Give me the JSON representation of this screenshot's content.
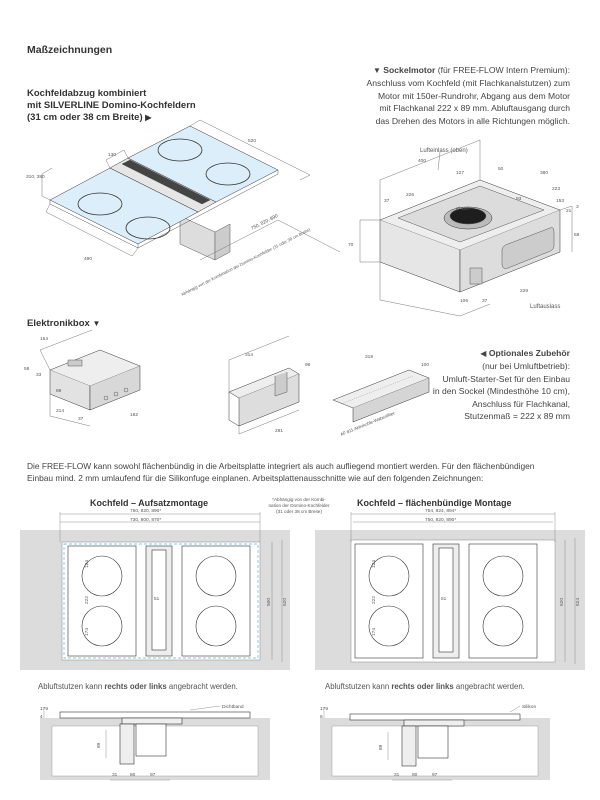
{
  "page": {
    "title": "Maßzeichnungen"
  },
  "kochfeldabzug": {
    "heading_line1": "Kochfeldabzug kombiniert",
    "heading_line2": "mit SILVERLINE Domino-Kochfeldern",
    "heading_line3": "(31 cm oder 38 cm Breite)",
    "arrow": "▶",
    "dims": {
      "d520": "520",
      "d130": "130",
      "d310": "310, 380",
      "d490": "490",
      "d750": "750, 820, 890",
      "note_rotated": "Abhängig von der Kombination der Domino-Kochfelder (31 oder 38 cm Breite)"
    }
  },
  "sockelmotor": {
    "arrow": "▼",
    "title": "Sockelmotor",
    "line1_rest": " (für FREE-FLOW Intern Premium):",
    "line2": "Anschluss vom Kochfeld (mit Flachkanalstutzen) zum",
    "line3": "Motor mit 150er-Rundrohr, Abgang aus dem Motor",
    "line4": "mit Flachkanal 222 x 89 mm. Abluftausgang durch",
    "line5": "das Drehen des Motors in alle Richtungen möglich.",
    "lufteinlass": "Lufteinlass (oben)",
    "luftauslass": "Luftauslass",
    "dims": {
      "d400": "400",
      "d127": "127",
      "d50": "50",
      "d380": "380",
      "d37": "37",
      "d226": "226",
      "d223": "223",
      "d93": "93",
      "d153": "153",
      "d21": "21",
      "d3": "3",
      "d68": "68",
      "d70": "70",
      "d150": "Ø 150",
      "d106": "106",
      "d229": "229",
      "d37b": "37"
    }
  },
  "elektronikbox": {
    "title": "Elektronikbox",
    "arrow": "▼",
    "dims": {
      "d154": "154",
      "d58": "58",
      "d33": "33",
      "d89": "89",
      "d214": "214",
      "d37": "37",
      "d182": "182",
      "d314": "314",
      "d96": "96",
      "d281": "281",
      "d319": "319",
      "d100": "100"
    },
    "filter_label": "AF 811 Aktivkohle-Wabenfilter"
  },
  "zubehoer": {
    "arrow": "◀",
    "title": "Optionales Zubehör",
    "line1": "(nur bei Umluftbetrieb):",
    "line2": "Umluft-Starter-Set für den Einbau",
    "line3": "in den Sockel (Mindesthöhe 10 cm),",
    "line4": "Anschluss für Flachkanal,",
    "line5": "Stutzenmaß = 222 x 89 mm"
  },
  "intro": {
    "line1": "Die FREE-FLOW kann sowohl flächenbündig in die Arbeitsplatte integriert als auch aufliegend montiert werden. Für den flächenbündigen",
    "line2": "Einbau mind. 2 mm umlaufend für die Silikonfuge einplanen. Arbeitsplattenausschnitte wie auf den folgenden Zeichnungen:"
  },
  "aufsatz": {
    "title": "Kochfeld – Aufsatzmontage",
    "dim_outer": "750, 820, 890*",
    "dim_inner": "730, 800, 870*",
    "d124": "124",
    "d222": "222",
    "d174": "174",
    "d51": "51",
    "d500": "500",
    "d520": "520",
    "caption_pre": "Abluftstutzen kann ",
    "caption_bold": "rechts oder links",
    "caption_post": " angebracht werden.",
    "side_label": "Dichtband",
    "side_dims": {
      "d179": "179",
      "d4": "4",
      "d89": "89",
      "d31": "31",
      "d80": "80",
      "d97": "97"
    }
  },
  "middle_note": {
    "line1": "*Abhängig von der Kombi-",
    "line2": "nation der Domino-Kochfelder",
    "line3": "(31 oder 38 cm Breite)"
  },
  "buendig": {
    "title": "Kochfeld – flächenbündige Montage",
    "dim_outer": "754, 824, 894*",
    "dim_inner": "750, 820, 890*",
    "d124": "124",
    "d222": "222",
    "d174": "174",
    "d51": "51",
    "d520": "520",
    "d524": "524",
    "caption_pre": "Abluftstutzen kann ",
    "caption_bold": "rechts oder links",
    "caption_post": " angebracht werden.",
    "side_label": "Silikon",
    "side_dims": {
      "d179": "179",
      "d6": "6",
      "d89": "89",
      "d31": "31",
      "d80": "80",
      "d97": "97"
    }
  }
}
